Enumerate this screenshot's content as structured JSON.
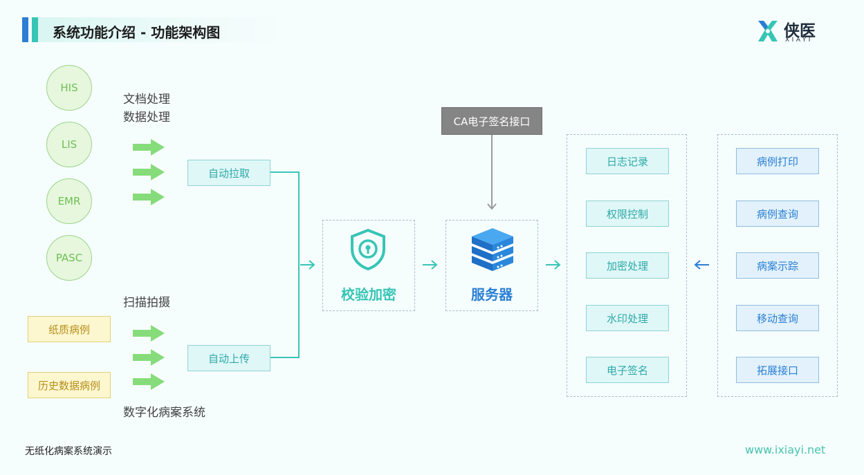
{
  "header": {
    "title": "系统功能介绍 - 功能架构图"
  },
  "logo": {
    "cn": "侠医",
    "en": "XIAYI"
  },
  "sources": {
    "systems": [
      "HIS",
      "LIS",
      "EMR",
      "PASC"
    ],
    "paper": [
      "纸质病例",
      "历史数据病例"
    ]
  },
  "labels": {
    "doc_line1": "文档处理",
    "doc_line2": "数据处理",
    "scan": "扫描拍摄",
    "digital": "数字化病案系统"
  },
  "process": {
    "auto_pull": "自动拉取",
    "auto_upload": "自动上传",
    "verify_encrypt": "校验加密",
    "server": "服务器",
    "ca_interface": "CA电子签名接口"
  },
  "backend_functions": [
    "日志记录",
    "权限控制",
    "加密处理",
    "水印处理",
    "电子签名"
  ],
  "client_functions": [
    "病例打印",
    "病例查询",
    "病案示踪",
    "移动查询",
    "拓展接口"
  ],
  "colors": {
    "accent": "#37c5b6",
    "server_blue": "#2a7fd4",
    "arrow_green": "#86dc7a"
  },
  "footer": {
    "left": "无纸化病案系统演示",
    "right": "www.ixiayi.net"
  }
}
